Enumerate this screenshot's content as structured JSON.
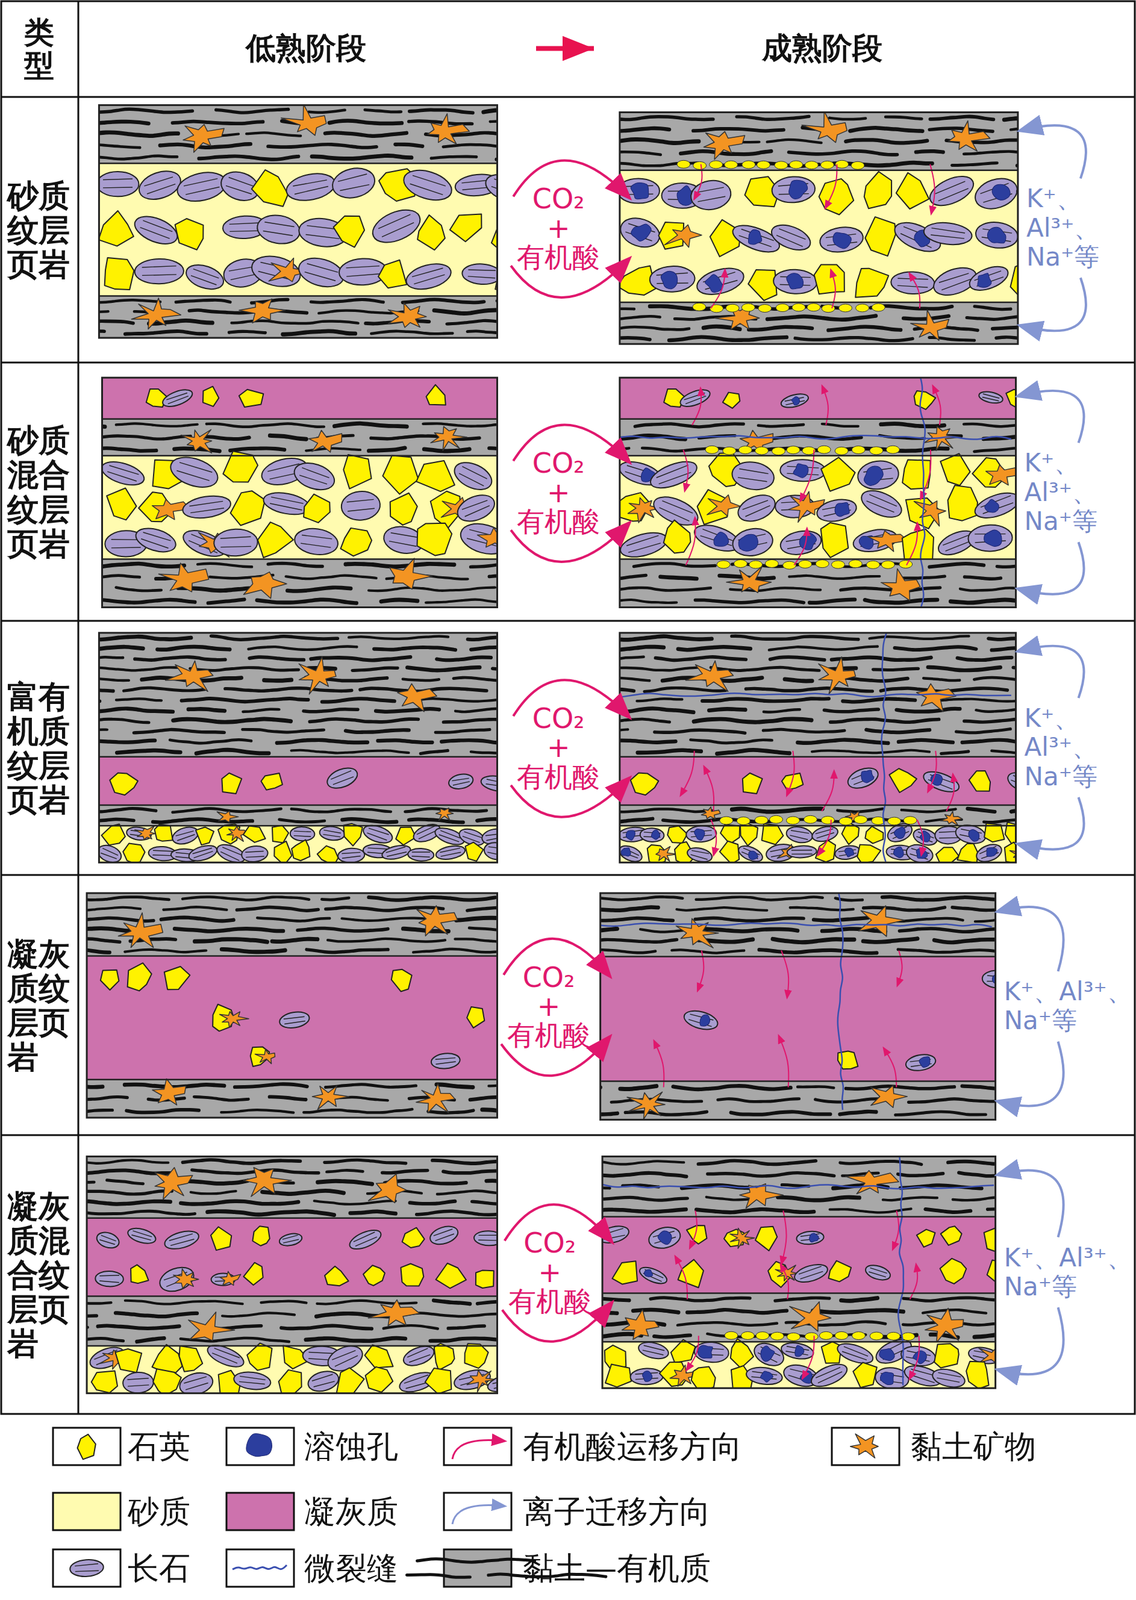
{
  "diagram": {
    "nodes": [
      {
        "text": [
          "类型"
        ]
      },
      {
        "text": [
          "低熟阶段"
        ]
      },
      {
        "text": [
          "成熟阶段"
        ]
      },
      {
        "text": [
          "砂质纹层页岩"
        ]
      },
      {
        "text": [
          "砂质混合纹层页岩"
        ]
      },
      {
        "text": [
          "富有机质纹层页岩"
        ]
      },
      {
        "text": [
          "凝灰质纹层页岩"
        ]
      },
      {
        "text": [
          "凝灰质混合纹层页岩"
        ]
      }
    ],
    "edges": [
      {
        "from": 1,
        "to": 2,
        "arrow": "to"
      }
    ],
    "labels": [
      "CO₂",
      "+",
      "有机酸",
      "K⁺、Al³⁺、Na⁺等",
      "CO₂",
      "+",
      "有机酸",
      "K⁺、Al³⁺、Na⁺等",
      "CO₂",
      "+",
      "有机酸",
      "K⁺、Al³⁺、Na⁺等",
      "CO₂",
      "+",
      "有机酸",
      "K⁺、Al³⁺、Na⁺等",
      "CO₂",
      "+",
      "有机酸",
      "K⁺、Al³⁺、Na⁺等"
    ],
    "legend": [
      {
        "text": "石英"
      },
      {
        "text": "溶蚀孔"
      },
      {
        "text": "有机酸运移方向"
      },
      {
        "text": "黏土矿物"
      },
      {
        "text": "砂质",
        "color": "#fffbb0"
      },
      {
        "text": "凝灰质",
        "color": "#cd72ad"
      },
      {
        "text": "离子迁移方向"
      },
      {
        "text": "长石"
      },
      {
        "text": "微裂缝"
      },
      {
        "text": "黏土—有机质"
      }
    ]
  }
}
